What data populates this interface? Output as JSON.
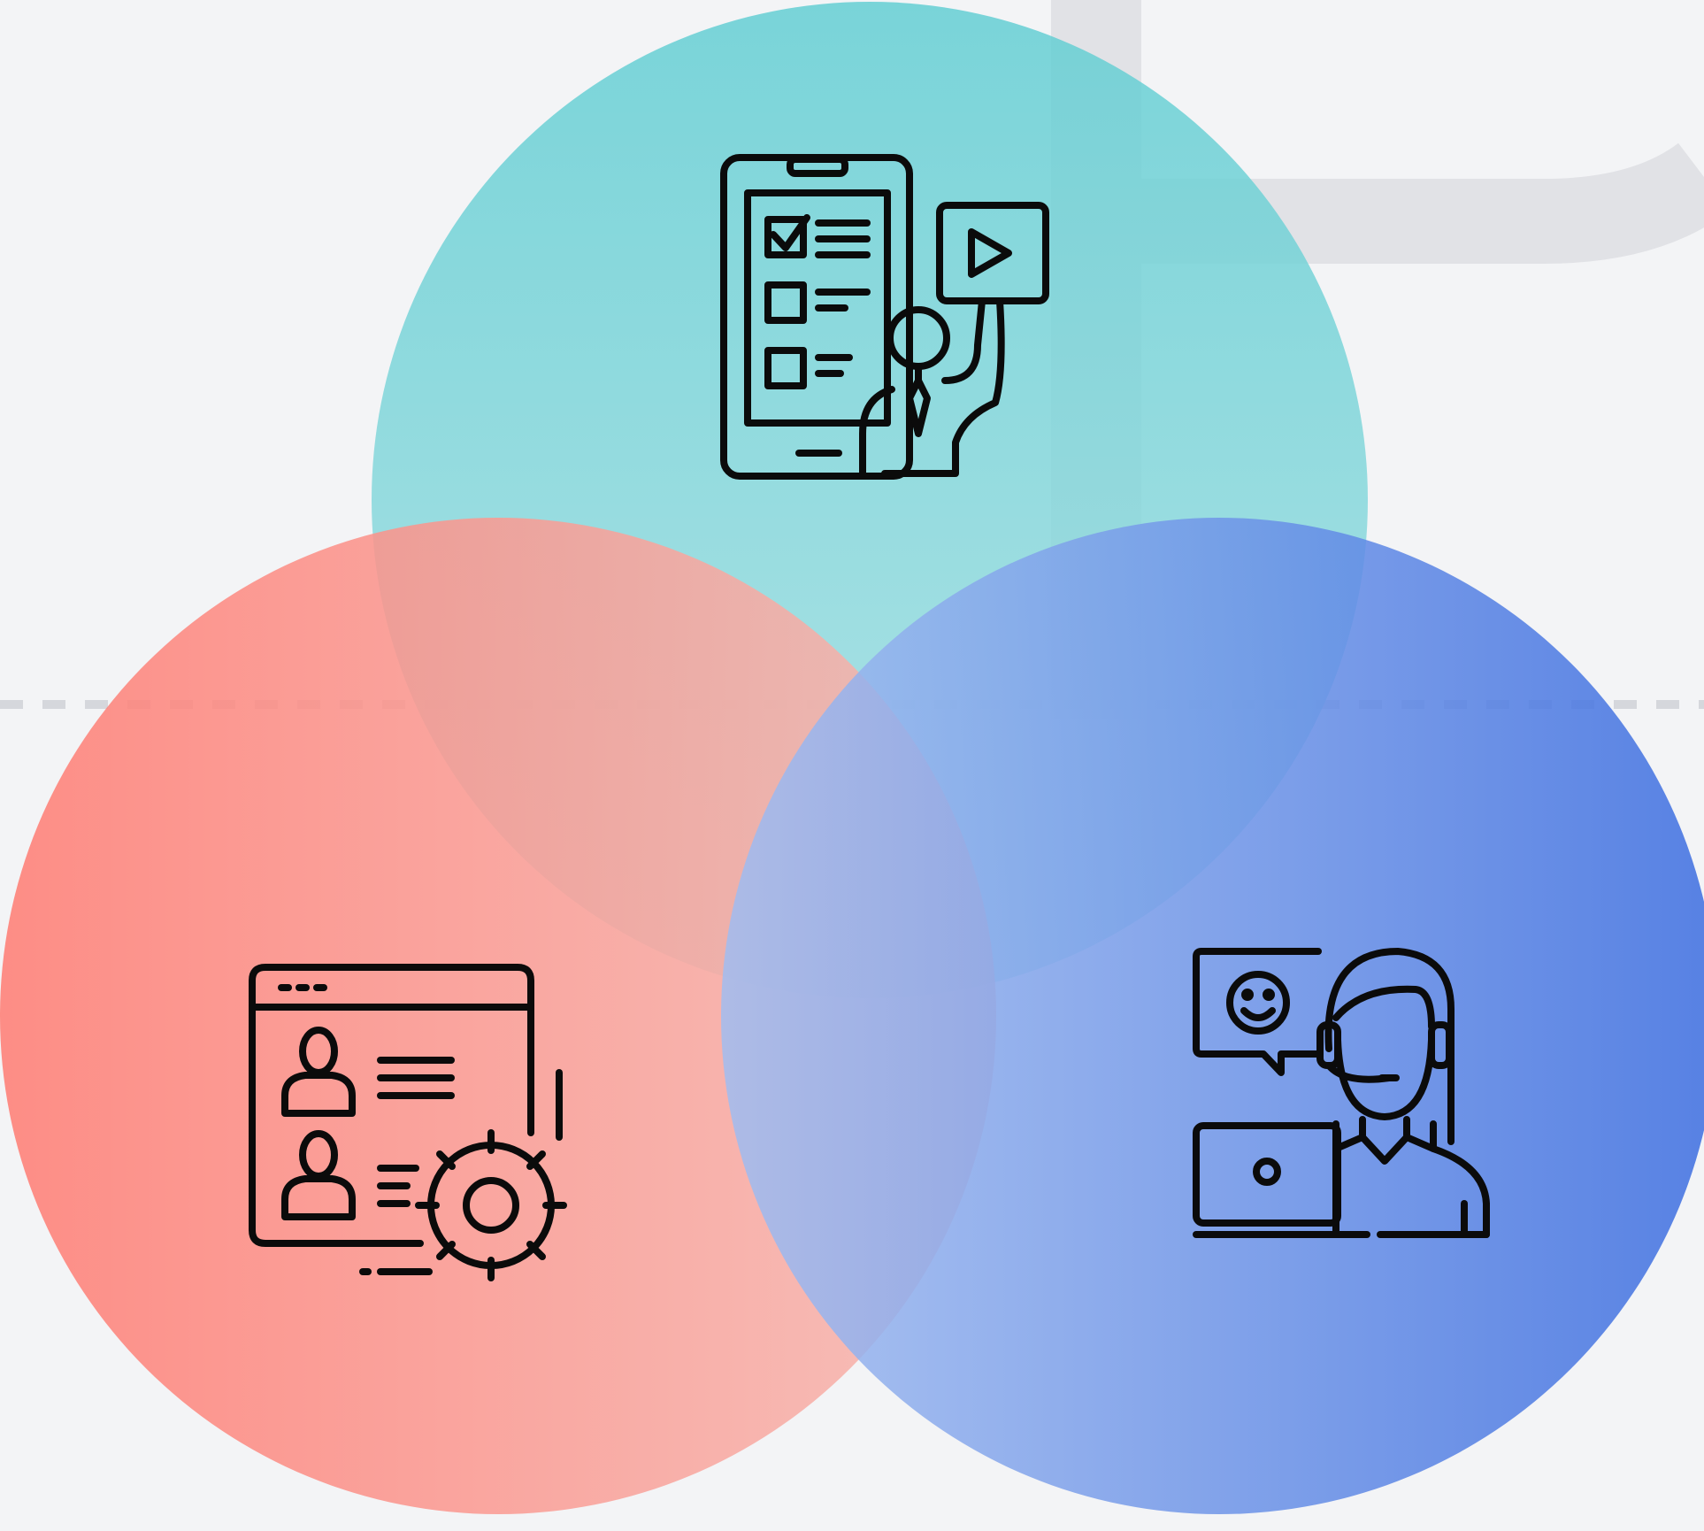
{
  "diagram": {
    "type": "venn",
    "background_color": "#f3f4f6",
    "circles": [
      {
        "id": "top",
        "icon": "mobile-checklist-presenter-icon",
        "gradient": [
          "#5ecdd2",
          "#a6e0e3"
        ],
        "opacity": 0.82
      },
      {
        "id": "left",
        "icon": "user-profile-settings-icon",
        "gradient": [
          "#ff7c73",
          "#f6b8b1"
        ],
        "opacity": 0.86
      },
      {
        "id": "right",
        "icon": "customer-support-agent-icon",
        "gradient": [
          "#a2bdf0",
          "#3d6ee0"
        ],
        "opacity": 0.86
      }
    ],
    "icon_color": "#0b0b0b",
    "decor_color": "#e1e2e6"
  }
}
